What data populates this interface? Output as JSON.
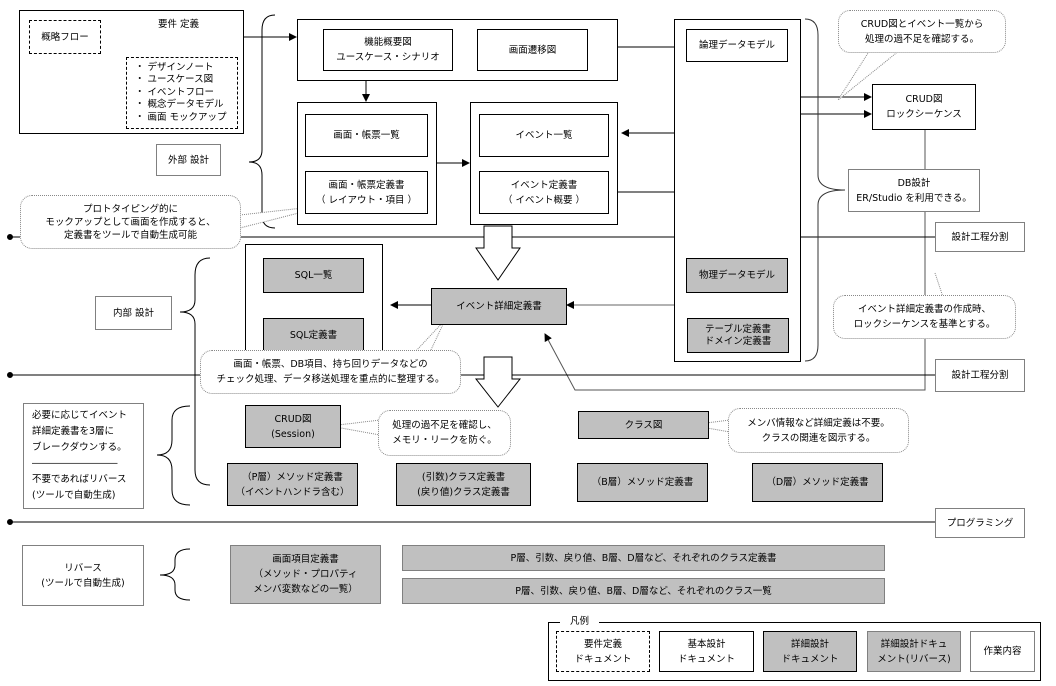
{
  "requirements": {
    "title": "要件 定義",
    "rough_flow": "概略フロー",
    "items": [
      "・ デザインノート",
      "・ ユースケース図",
      "・ イベントフロー",
      "・ 概念データモデル",
      "・ 画面 モックアップ"
    ]
  },
  "phases": {
    "external": "外部 設計",
    "internal": "内部 設計",
    "split1": "設計工程分割",
    "split2": "設計工程分割",
    "programming": "プログラミング"
  },
  "external_design": {
    "func_overview": "機能概要図\nユースケース・シナリオ",
    "screen_transition": "画面遷移図",
    "screen_list": "画面・帳票一覧",
    "screen_def": "画面・帳票定義書\n（ レイアウト・項目 ）",
    "event_list": "イベント一覧",
    "event_def": "イベント定義書\n（ イベント概要 ）",
    "logical_model": "論理データモデル",
    "crud": "CRUD図\nロックシーケンス",
    "db_design": "DB設計\nER/Studio を利用できる。"
  },
  "internal_design": {
    "sql_list": "SQL一覧",
    "sql_def": "SQL定義書",
    "event_detail": "イベント詳細定義書",
    "physical_model": "物理データモデル",
    "table_def": "テーブル定義書\nドメイン定義書",
    "crud_session": "CRUD図\n(Session)",
    "class_diagram": "クラス図",
    "p_method": "（P層）メソッド定義書\n（イベントハンドラ含む）",
    "arg_class": "(引数)クラス定義書\n(戻り値)クラス定義書",
    "b_method": "（B層）メソッド定義書",
    "d_method": "（D層）メソッド定義書"
  },
  "notes": {
    "breakdown": "必要に応じてイベント\n詳細定義書を3層に\nブレークダウンする。\n―――――――――\n不要であればリバース\n(ツールで自動生成)",
    "reverse": "リバース\n(ツールで自動生成)"
  },
  "reverse_docs": {
    "screen_items": "画面項目定義書\n（メソッド・プロパティ\nメンバ変数などの一覧）",
    "class_defs": "P層、引数、戻り値、B層、D層など、それぞれのクラス定義書",
    "class_lists": "P層、引数、戻り値、B層、D層など、それぞれのクラス一覧"
  },
  "callouts": {
    "crud_check": "CRUD図とイベント一覧から\n処理の過不足を確認する。",
    "prototyping": "プロトタイピング的に\nモックアップとして画面を作成すると、\n定義書をツールで自動生成可能",
    "lock_seq": "イベント詳細定義書の作成時、\nロックシーケンスを基準とする。",
    "check_proc": "画面・帳票、DB項目、持ち回りデータなどの\nチェック処理、データ移送処理を重点的に整理する。",
    "memory": "処理の過不足を確認し、\nメモリ・リークを防ぐ。",
    "class_rel": "メンバ情報など詳細定義は不要。\nクラスの関連を図示する。"
  },
  "legend": {
    "title": "凡例",
    "items": [
      "要件定義\nドキュメント",
      "基本設計\nドキュメント",
      "詳細設計\nドキュメント",
      "詳細設計ドキュ\nメント(リバース)",
      "作業内容"
    ]
  },
  "colors": {
    "detail_doc": "#c0c0c0",
    "line": "#000000",
    "gray_border": "#808080"
  }
}
